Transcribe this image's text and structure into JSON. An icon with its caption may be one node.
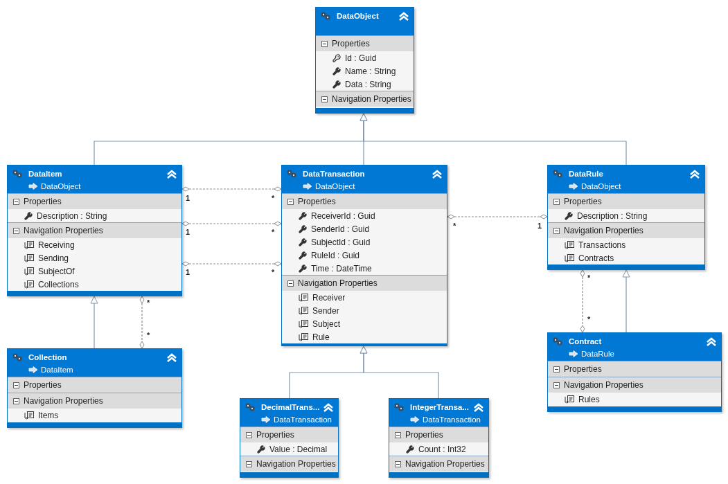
{
  "diagram": {
    "nodes": [
      {
        "text": [
          "DataObject"
        ]
      },
      {
        "text": [
          "Properties",
          "Id : Guid",
          "Name : String",
          "Data : String"
        ],
        "in": 0
      },
      {
        "text": [
          "Navigation Properties"
        ],
        "in": 0
      },
      {
        "text": [
          "DataItem",
          "DataObject"
        ]
      },
      {
        "text": [
          "Properties",
          "Description : String"
        ],
        "in": 3
      },
      {
        "text": [
          "Navigation Properties",
          "Receiving",
          "Sending",
          "SubjectOf",
          "Collections"
        ],
        "in": 3
      },
      {
        "text": [
          "DataTransaction",
          "DataObject"
        ]
      },
      {
        "text": [
          "Properties",
          "ReceiverId : Guid",
          "SenderId : Guid",
          "SubjectId : Guid",
          "RuleId : Guid",
          "Time : DateTime"
        ],
        "in": 6
      },
      {
        "text": [
          "Navigation Properties",
          "Receiver",
          "Sender",
          "Subject",
          "Rule"
        ],
        "in": 6
      },
      {
        "text": [
          "DataRule",
          "DataObject"
        ]
      },
      {
        "text": [
          "Properties",
          "Description : String"
        ],
        "in": 9
      },
      {
        "text": [
          "Navigation Properties",
          "Transactions",
          "Contracts"
        ],
        "in": 9
      },
      {
        "text": [
          "Contract",
          "DataRule"
        ]
      },
      {
        "text": [
          "Properties"
        ],
        "in": 12
      },
      {
        "text": [
          "Navigation Properties",
          "Rules"
        ],
        "in": 12
      },
      {
        "text": [
          "Collection",
          "DataItem"
        ]
      },
      {
        "text": [
          "Properties"
        ],
        "in": 15
      },
      {
        "text": [
          "Navigation Properties",
          "Items"
        ],
        "in": 15
      },
      {
        "text": [
          "DecimalTrans...",
          "DataTransaction"
        ]
      },
      {
        "text": [
          "Properties",
          "Value : Decimal"
        ],
        "in": 18
      },
      {
        "text": [
          "Navigation Properties"
        ],
        "in": 18
      },
      {
        "text": [
          "IntegerTransa...",
          "DataTransaction"
        ]
      },
      {
        "text": [
          "Properties",
          "Count : Int32"
        ],
        "in": 21
      },
      {
        "text": [
          "Navigation Properties"
        ],
        "in": 21
      }
    ],
    "edges": [
      {
        "from": 3,
        "to": 0,
        "arrow": "to"
      },
      {
        "from": 6,
        "to": 0,
        "arrow": "to"
      },
      {
        "from": 9,
        "to": 0,
        "arrow": "to"
      },
      {
        "from": 15,
        "to": 3,
        "arrow": "to"
      },
      {
        "from": 12,
        "to": 9,
        "arrow": "to"
      },
      {
        "from": 18,
        "to": 6,
        "arrow": "to"
      },
      {
        "from": 21,
        "to": 6,
        "arrow": "to"
      },
      {
        "from": 3,
        "to": 6,
        "arrow": "other",
        "style": "dashed"
      },
      {
        "from": 3,
        "to": 6,
        "arrow": "other",
        "style": "dashed"
      },
      {
        "from": 3,
        "to": 6,
        "arrow": "other",
        "style": "dashed"
      },
      {
        "from": 6,
        "to": 9,
        "arrow": "other",
        "style": "dashed"
      },
      {
        "from": 3,
        "to": 15,
        "arrow": "other",
        "style": "dashed"
      },
      {
        "from": 9,
        "to": 12,
        "arrow": "other",
        "style": "dashed"
      }
    ],
    "labels": [
      "1",
      "*",
      "*",
      "1",
      "1",
      "*",
      "1",
      "*",
      "*",
      "*",
      "*",
      "*"
    ]
  }
}
